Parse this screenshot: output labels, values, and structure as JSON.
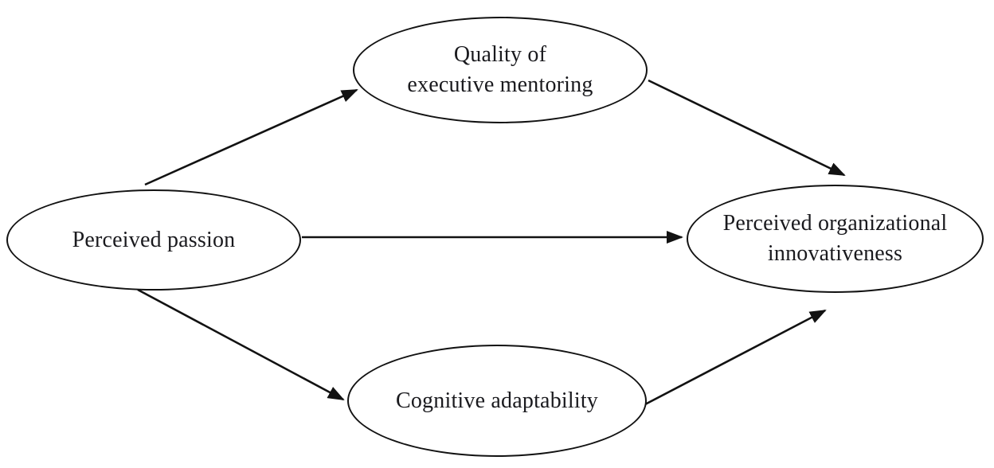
{
  "diagram": {
    "type": "path-model",
    "background_color": "#ffffff",
    "stroke_color": "#121212",
    "text_color": "#1a1a1e",
    "nodes": [
      {
        "id": "perceived-passion",
        "shape": "ellipse",
        "label": "Perceived passion"
      },
      {
        "id": "quality-of-executive-mentoring",
        "shape": "ellipse",
        "label": "Quality of\nexecutive mentoring"
      },
      {
        "id": "perceived-organizational-innovativeness",
        "shape": "ellipse",
        "label": "Perceived organizational\ninnovativeness"
      },
      {
        "id": "cognitive-adaptability",
        "shape": "ellipse",
        "label": "Cognitive adaptability"
      }
    ],
    "edges": [
      {
        "from": "perceived-passion",
        "to": "quality-of-executive-mentoring",
        "style": "arrow"
      },
      {
        "from": "perceived-passion",
        "to": "perceived-organizational-innovativeness",
        "style": "arrow"
      },
      {
        "from": "perceived-passion",
        "to": "cognitive-adaptability",
        "style": "arrow"
      },
      {
        "from": "quality-of-executive-mentoring",
        "to": "perceived-organizational-innovativeness",
        "style": "arrow"
      },
      {
        "from": "cognitive-adaptability",
        "to": "perceived-organizational-innovativeness",
        "style": "arrow"
      }
    ]
  }
}
